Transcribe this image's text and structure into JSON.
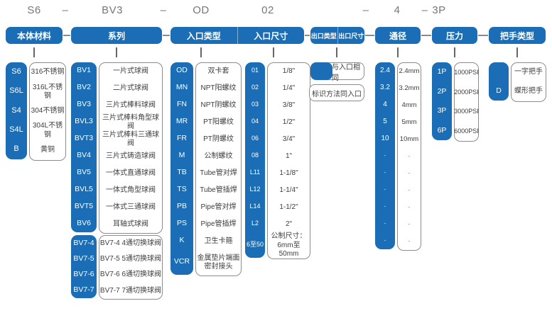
{
  "example_code": {
    "segments": [
      "S6",
      "–",
      "BV3",
      "–",
      "OD",
      "02",
      "–",
      "4",
      "–",
      "3P"
    ]
  },
  "headers": {
    "body_material": "本体材料",
    "series": "系列",
    "inlet_type": "入口类型",
    "inlet_size": "入口尺寸",
    "outlet_type": "出口类型",
    "outlet_size": "出口尺寸",
    "bore": "通径",
    "pressure": "压力",
    "handle_type": "把手类型"
  },
  "body_material": {
    "rows": [
      {
        "code": "S6",
        "desc": "316不锈钢"
      },
      {
        "code": "S6L",
        "desc": "316L不锈钢"
      },
      {
        "code": "S4",
        "desc": "304不锈钢"
      },
      {
        "code": "S4L",
        "desc": "304L不锈钢"
      },
      {
        "code": "B",
        "desc": "黄铜"
      }
    ]
  },
  "series": {
    "rows": [
      {
        "code": "BV1",
        "desc": "一片式球阀"
      },
      {
        "code": "BV2",
        "desc": "二片式球阀"
      },
      {
        "code": "BV3",
        "desc": "三片式棒料球阀"
      },
      {
        "code": "BVL3",
        "desc": "三片式棒料角型球阀"
      },
      {
        "code": "BVT3",
        "desc": "三片式棒料三通球阀"
      },
      {
        "code": "BV4",
        "desc": "三片式铸造球阀"
      },
      {
        "code": "BV5",
        "desc": "一体式直通球阀"
      },
      {
        "code": "BVL5",
        "desc": "一体式角型球阀"
      },
      {
        "code": "BVT5",
        "desc": "一体式三通球阀"
      },
      {
        "code": "BV6",
        "desc": "耳轴式球阀"
      },
      {
        "code": "BV7-4",
        "desc": "BV7-4 4通切换球阀"
      },
      {
        "code": "BV7-5",
        "desc": "BV7-5 5通切换球阀"
      },
      {
        "code": "BV7-6",
        "desc": "BV7-6 6通切换球阀"
      },
      {
        "code": "BV7-7",
        "desc": "BV7-7 7通切换球阀"
      }
    ]
  },
  "inlet_type": {
    "rows": [
      {
        "code": "OD",
        "desc": "双卡套"
      },
      {
        "code": "MN",
        "desc": "NPT阳螺纹"
      },
      {
        "code": "FN",
        "desc": "NPT阴螺纹"
      },
      {
        "code": "MR",
        "desc": "PT阳螺纹"
      },
      {
        "code": "FR",
        "desc": "PT阴螺纹"
      },
      {
        "code": "M",
        "desc": "公制螺纹"
      },
      {
        "code": "TB",
        "desc": "Tube管对焊"
      },
      {
        "code": "TS",
        "desc": "Tube管插焊"
      },
      {
        "code": "PB",
        "desc": "Pipe管对焊"
      },
      {
        "code": "PS",
        "desc": "Pipe管插焊"
      },
      {
        "code": "K",
        "desc": "卫生卡箍"
      },
      {
        "code": "VCR",
        "desc": "金属垫片端面\n密封接头"
      }
    ]
  },
  "inlet_size": {
    "rows": [
      {
        "code": "01",
        "desc": "1/8\""
      },
      {
        "code": "02",
        "desc": "1/4\""
      },
      {
        "code": "03",
        "desc": "3/8\""
      },
      {
        "code": "04",
        "desc": "1/2\""
      },
      {
        "code": "06",
        "desc": "3/4\""
      },
      {
        "code": "08",
        "desc": "1\""
      },
      {
        "code": "L11",
        "desc": "1-1/8\""
      },
      {
        "code": "L12",
        "desc": "1-1/4\""
      },
      {
        "code": "L14",
        "desc": "1-1/2\""
      },
      {
        "code": "L2",
        "desc": "2\""
      },
      {
        "code": "6至50",
        "desc": "公制尺寸：\n6mm至50mm"
      }
    ]
  },
  "outlet": {
    "note_same_as_inlet": "与入口相同",
    "note_marking": "标识方法同入口"
  },
  "bore": {
    "rows": [
      {
        "code": "2.4",
        "desc": "2.4mm"
      },
      {
        "code": "3.2",
        "desc": "3.2mm"
      },
      {
        "code": "4",
        "desc": "4mm"
      },
      {
        "code": "5",
        "desc": "5mm"
      },
      {
        "code": "10",
        "desc": "10mm"
      },
      {
        "code": "·",
        "desc": "·"
      },
      {
        "code": "·",
        "desc": "·"
      },
      {
        "code": "·",
        "desc": "·"
      },
      {
        "code": "·",
        "desc": "·"
      },
      {
        "code": "·",
        "desc": "·"
      },
      {
        "code": "·",
        "desc": "·"
      }
    ]
  },
  "pressure": {
    "rows": [
      {
        "code": "1P",
        "desc": "1000PSI"
      },
      {
        "code": "2P",
        "desc": "2000PSI"
      },
      {
        "code": "3P",
        "desc": "3000PSI"
      },
      {
        "code": "6P",
        "desc": "6000PSI"
      }
    ]
  },
  "handle_type": {
    "rows": [
      {
        "code": "",
        "desc": "一字把手"
      },
      {
        "code": "D",
        "desc": "蝶形把手"
      }
    ]
  },
  "colors": {
    "accent": "#1b6db5",
    "box_border": "#8c8c8c",
    "code_text": "#777777"
  }
}
